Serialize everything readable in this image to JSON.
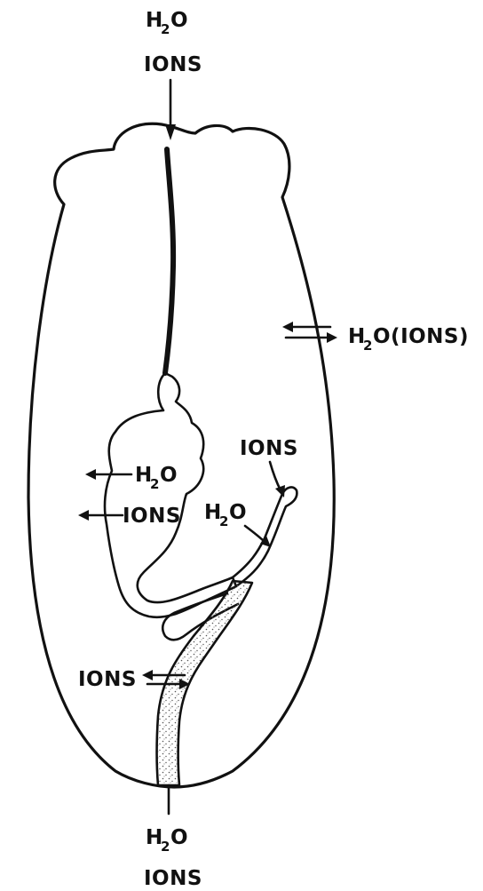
{
  "labels": {
    "top_water": "H",
    "top_water_sub": "2",
    "top_water_o": "O",
    "top_ions": "IONS",
    "right_water": "H",
    "right_water_sub": "2",
    "right_water_rest": "O(IONS)",
    "bladder_water": "H",
    "bladder_water_sub": "2",
    "bladder_water_o": "O",
    "bladder_ions": "IONS",
    "tubule_ions": "IONS",
    "tubule_water": "H",
    "tubule_water_sub": "2",
    "tubule_water_o": "O",
    "intestine_ions": "IONS",
    "bottom_water": "H",
    "bottom_water_sub": "2",
    "bottom_water_o": "O",
    "bottom_ions": "IONS"
  },
  "colors": {
    "ink": "#111111",
    "background": "#ffffff",
    "stipple": "#555555"
  }
}
